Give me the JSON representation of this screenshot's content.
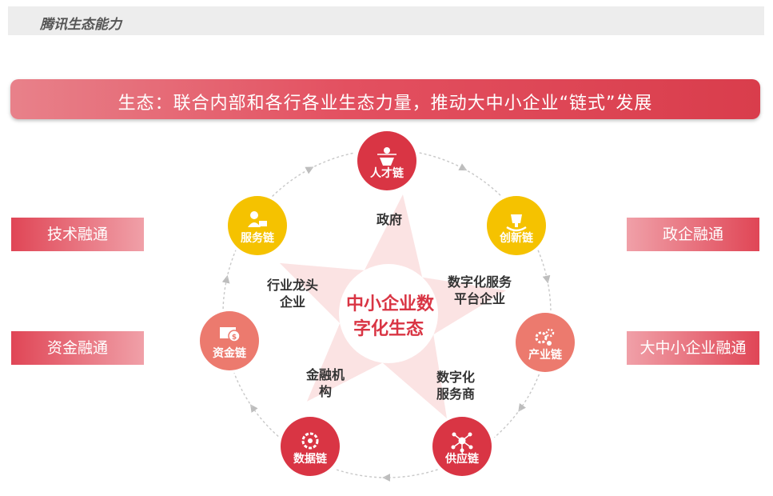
{
  "header": {
    "title": "腾讯生态能力"
  },
  "banner": {
    "text": "生态：联合内部和各行各业生态力量，推动大中小企业“链式”发展"
  },
  "left_labels": [
    "技术融通",
    "资金融通"
  ],
  "right_labels": [
    "政企融通",
    "大中小企业融通"
  ],
  "center": {
    "line1": "中小企业数",
    "line2": "字化生态"
  },
  "star_labels": [
    {
      "lines": [
        "政府"
      ]
    },
    {
      "lines": [
        "数字化服务",
        "平台企业"
      ]
    },
    {
      "lines": [
        "数字化",
        "服务商"
      ]
    },
    {
      "lines": [
        "金融机",
        "构"
      ]
    },
    {
      "lines": [
        "行业龙头",
        "企业"
      ]
    }
  ],
  "nodes": [
    {
      "label": "人才链",
      "icon": "talent-icon",
      "color": "#d93544"
    },
    {
      "label": "创新链",
      "icon": "trophy-icon",
      "color": "#f5c200"
    },
    {
      "label": "产业链",
      "icon": "gears-icon",
      "color": "#ec7a6e"
    },
    {
      "label": "供应链",
      "icon": "network-icon",
      "color": "#d93544"
    },
    {
      "label": "数据链",
      "icon": "data-gear-icon",
      "color": "#d93544"
    },
    {
      "label": "资金链",
      "icon": "money-icon",
      "color": "#ec7a6e"
    },
    {
      "label": "服务链",
      "icon": "service-person-icon",
      "color": "#f5c200"
    }
  ],
  "colors": {
    "accent": "#d93544",
    "star": "#fbe3e3",
    "ring": "#c8c8c8",
    "text": "#333333"
  }
}
